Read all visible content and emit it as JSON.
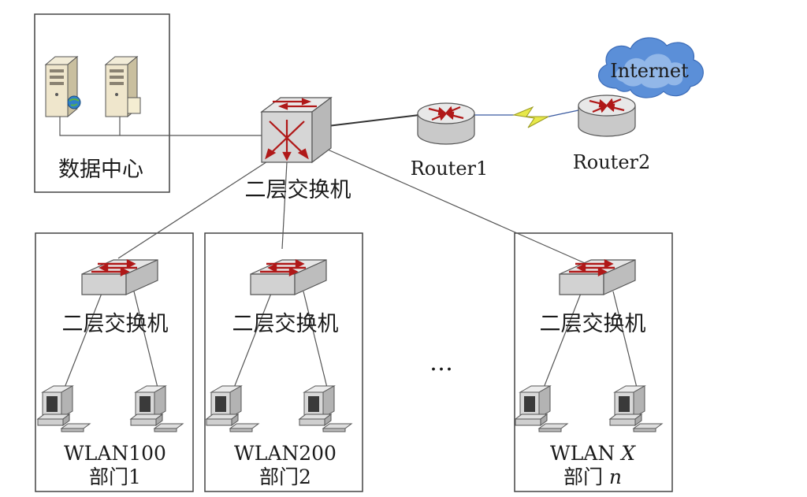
{
  "datacenter": {
    "label": "数据中心"
  },
  "core_switch": {
    "label": "二层交换机"
  },
  "router1": {
    "label": "Router1"
  },
  "router2": {
    "label": "Router2"
  },
  "internet": {
    "label": "Internet"
  },
  "ellipsis": "…",
  "departments": [
    {
      "switch_label": "二层交换机",
      "wlan_label": "WLAN100",
      "dept_label": "部门1"
    },
    {
      "switch_label": "二层交换机",
      "wlan_label": "WLAN200",
      "dept_label": "部门2"
    },
    {
      "switch_label": "二层交换机",
      "wlan_prefix": "WLAN ",
      "wlan_var": "X",
      "dept_prefix": "部门 ",
      "dept_var": "n"
    }
  ]
}
